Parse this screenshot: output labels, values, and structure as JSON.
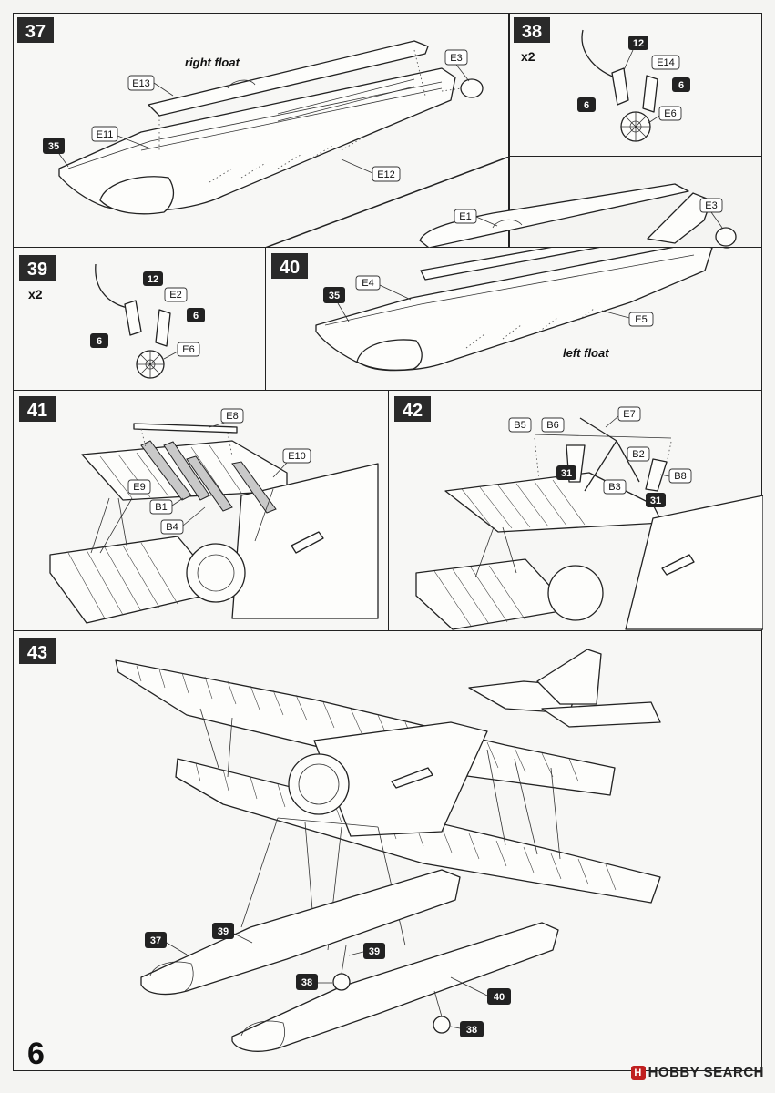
{
  "steps": {
    "s37": {
      "number": "37",
      "caption": "right float",
      "parts": [
        "E13",
        "E11",
        "E3",
        "E12"
      ],
      "sub": [
        "35"
      ]
    },
    "s38": {
      "number": "38",
      "qty": "x2",
      "parts": [
        "E14",
        "E6"
      ],
      "sub": [
        "12",
        "6",
        "6"
      ]
    },
    "s39": {
      "number": "39",
      "qty": "x2",
      "parts": [
        "E2",
        "E6"
      ],
      "sub": [
        "12",
        "6",
        "6"
      ]
    },
    "s40": {
      "number": "40",
      "caption": "left float",
      "parts": [
        "E1",
        "E3",
        "E4",
        "E5"
      ],
      "sub": [
        "35"
      ]
    },
    "s41": {
      "number": "41",
      "parts": [
        "E8",
        "E10",
        "E9",
        "B1",
        "B4"
      ]
    },
    "s42": {
      "number": "42",
      "parts": [
        "E7",
        "B5",
        "B6",
        "B2",
        "B8",
        "B3"
      ],
      "sub": [
        "31",
        "31"
      ]
    },
    "s43": {
      "number": "43",
      "sub": [
        "37",
        "39",
        "39",
        "38",
        "40",
        "38"
      ]
    }
  },
  "page_number": "6",
  "watermark": {
    "logo": "H",
    "text": "HOBBY SEARCH"
  }
}
